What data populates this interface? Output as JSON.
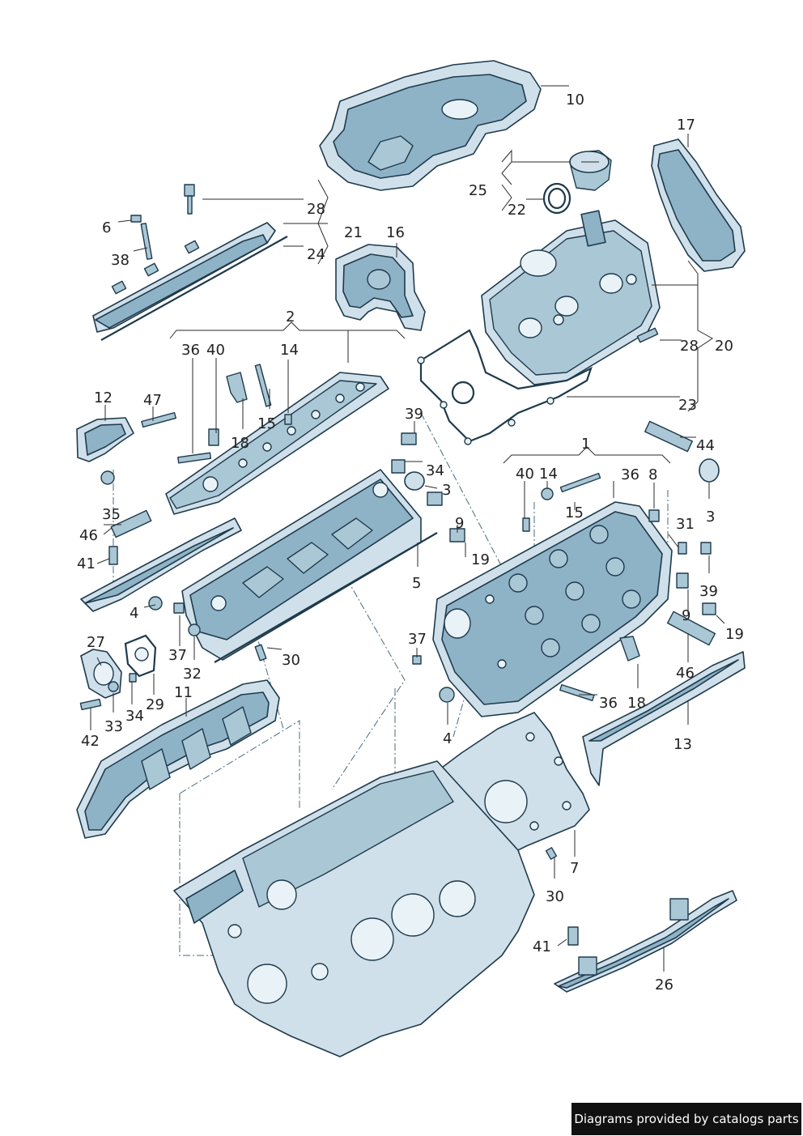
{
  "credit": "Diagrams provided by catalogs parts",
  "callouts": {
    "c10": "10",
    "c17": "17",
    "c25": "25",
    "c22": "22",
    "c28a": "28",
    "c21": "21",
    "c6": "6",
    "c38": "38",
    "c24": "24",
    "c16": "16",
    "c2": "2",
    "c28b": "28",
    "c20": "20",
    "c23": "23",
    "c36a": "36",
    "c40a": "40",
    "c14a": "14",
    "c12": "12",
    "c47": "47",
    "c15a": "15",
    "c18a": "18",
    "c39a": "39",
    "c44": "44",
    "c1": "1",
    "c34a": "34",
    "c3a": "3",
    "c40b": "40",
    "c14b": "14",
    "c36b": "36",
    "c8": "8",
    "c3b": "3",
    "c35": "35",
    "c15b": "15",
    "c31": "31",
    "c46a": "46",
    "c9a": "9",
    "c19a": "19",
    "c41a": "41",
    "c5": "5",
    "c39b": "39",
    "c4a": "4",
    "c9b": "9",
    "c19b": "19",
    "c37a": "37",
    "c37b": "37",
    "c27": "27",
    "c32": "32",
    "c30a": "30",
    "c46b": "46",
    "c29": "29",
    "c11": "11",
    "c36c": "36",
    "c18b": "18",
    "c34b": "34",
    "c33": "33",
    "c42": "42",
    "c4b": "4",
    "c13": "13",
    "c7": "7",
    "c30b": "30",
    "c41b": "41",
    "c26": "26"
  }
}
